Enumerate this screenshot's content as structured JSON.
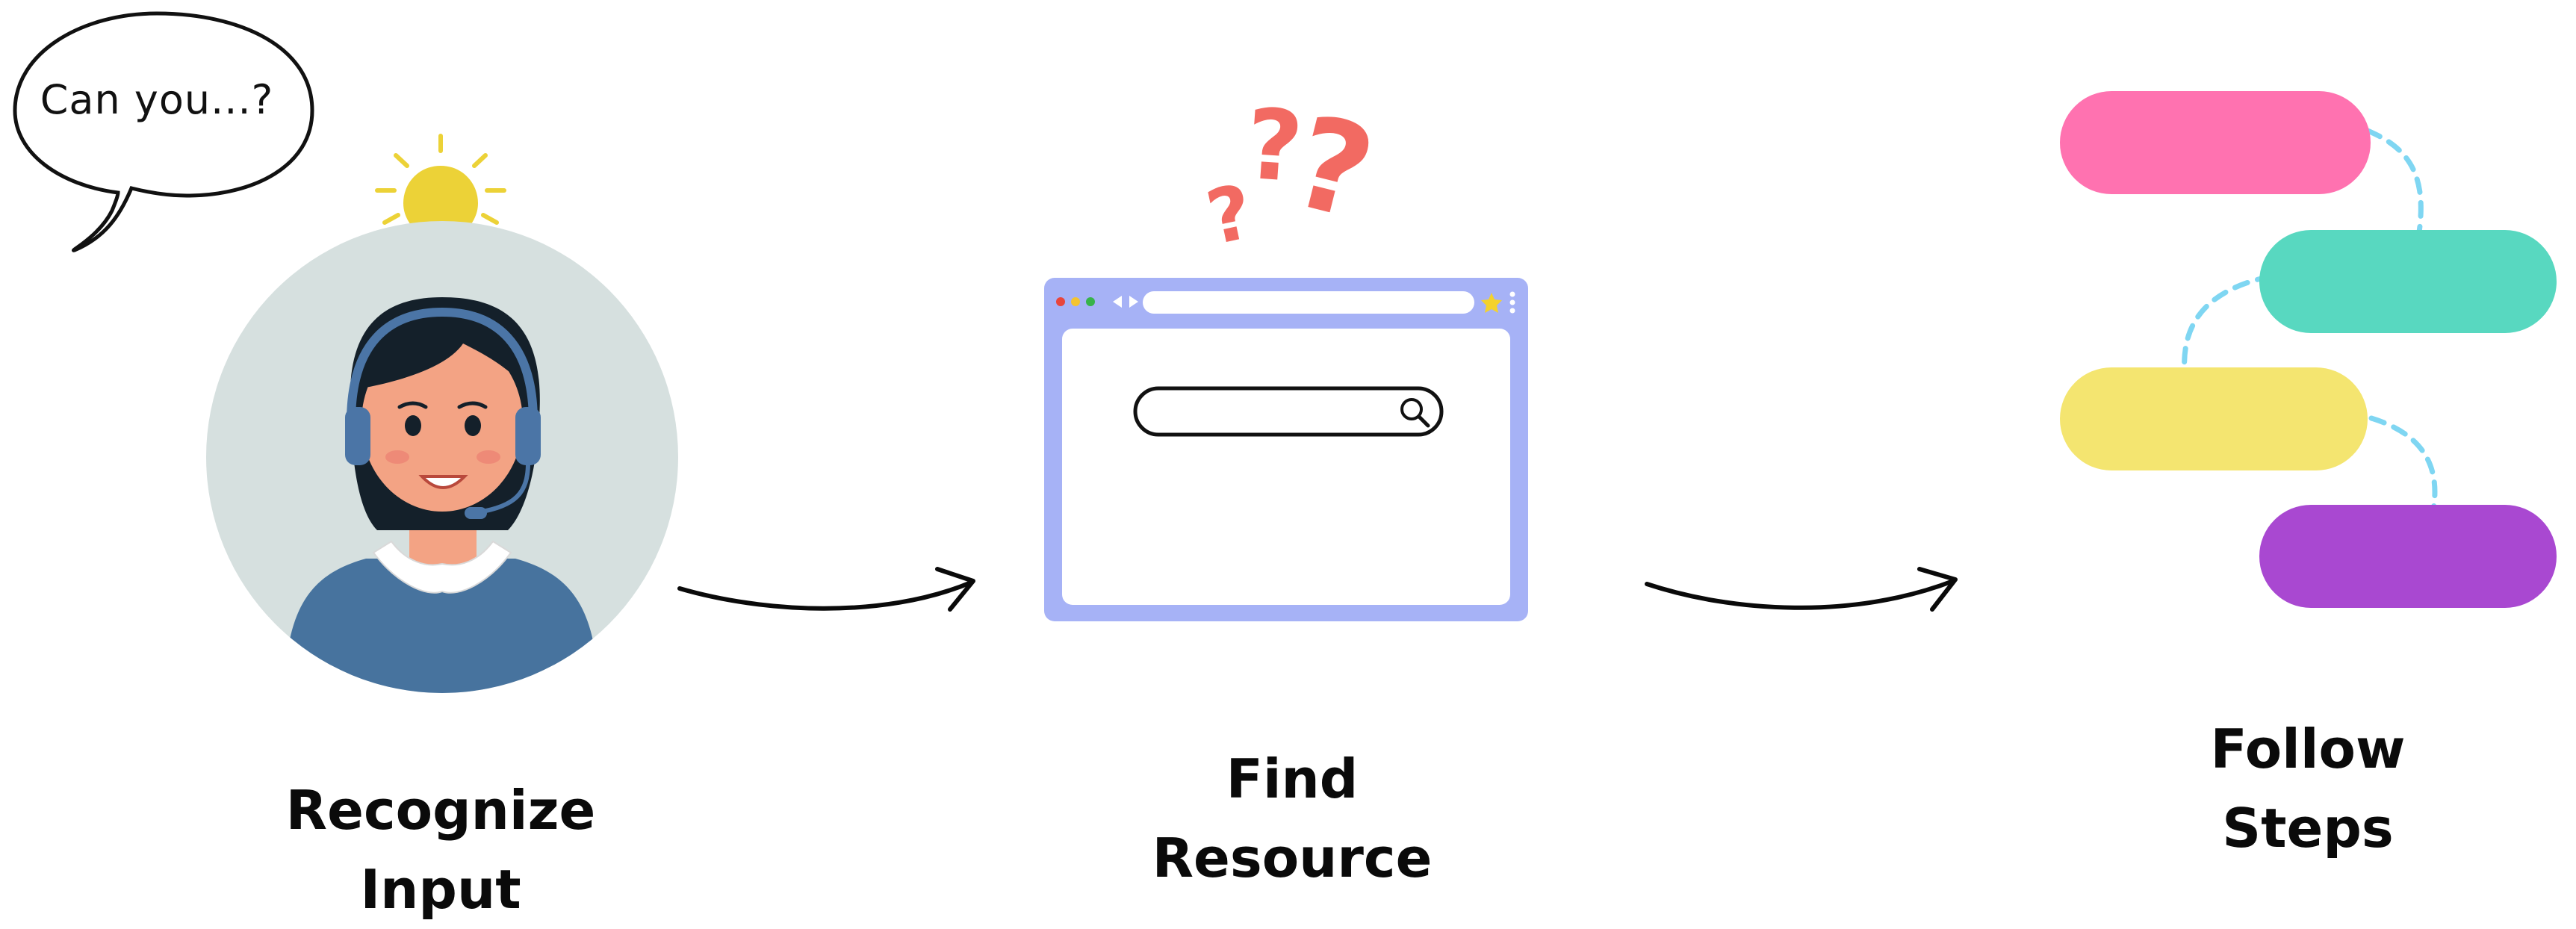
{
  "bubble": {
    "text": "Can you...?"
  },
  "steps": [
    {
      "line1": "Recognize",
      "line2": "Input"
    },
    {
      "line1": "Find",
      "line2": "Resource"
    },
    {
      "line1": "Follow",
      "line2": "Steps"
    }
  ],
  "colors": {
    "avatar_bg": "#d6e0df",
    "bulb": "#ecd237",
    "question_marks": "#f26a62",
    "browser_frame": "#a6b2f6",
    "step_pink": "#ff72b0",
    "step_teal": "#58d8c0",
    "step_yellow": "#f4e570",
    "step_purple": "#a948d1",
    "connector": "#7fd6f2",
    "label_highlight": "#fbf6dc"
  },
  "icons": {
    "speech_bubble": "speech-bubble-icon",
    "lightbulb": "lightbulb-icon",
    "agent": "support-agent-icon",
    "questions": "question-marks-icon",
    "browser": "browser-window-icon",
    "search": "search-icon",
    "arrow": "curved-arrow-icon"
  }
}
